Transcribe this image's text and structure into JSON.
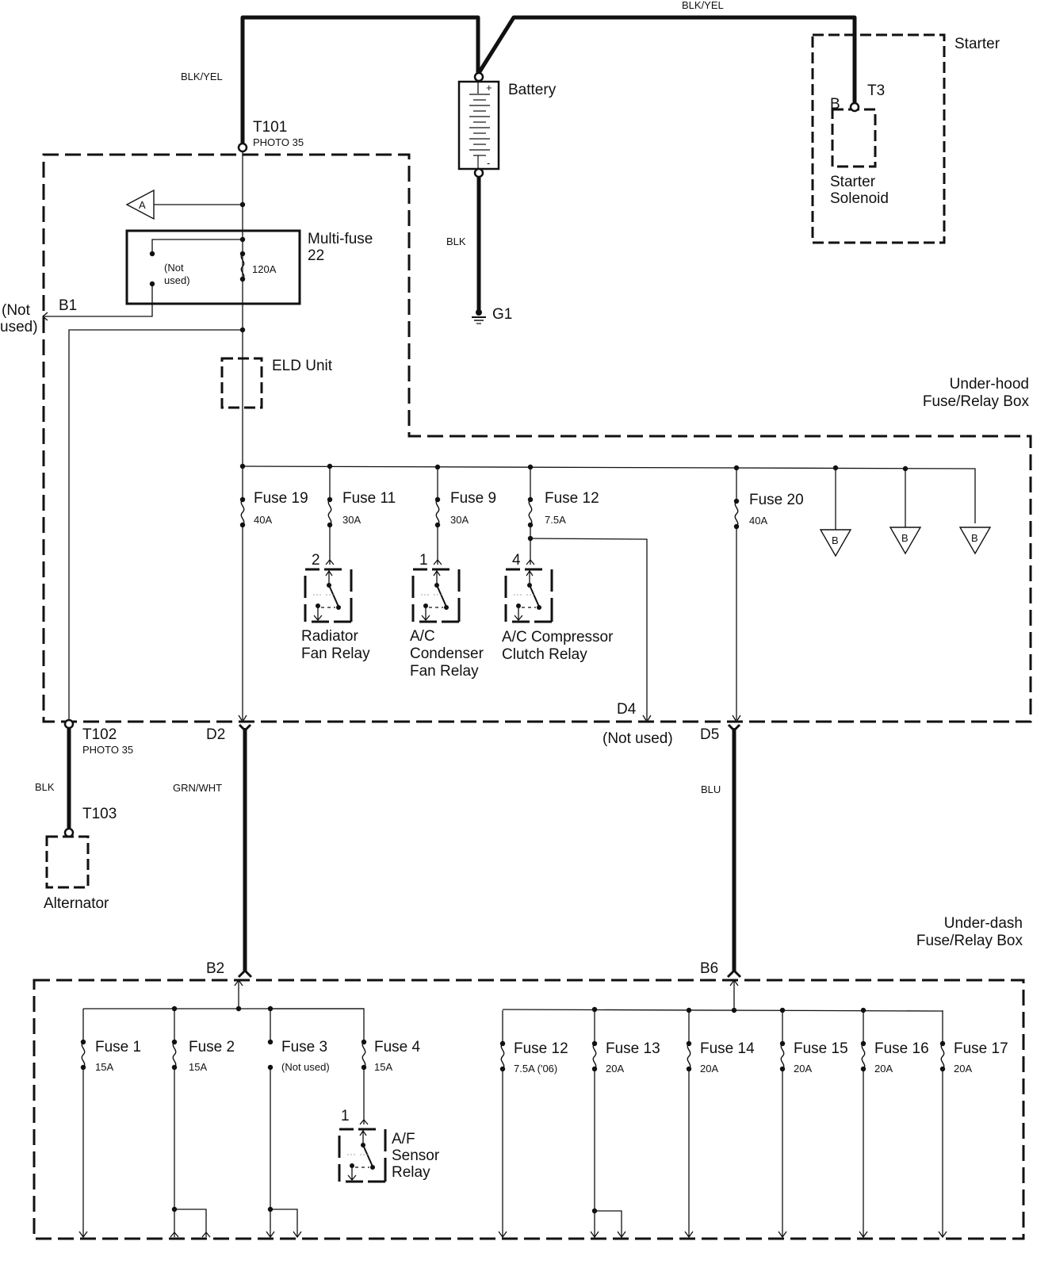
{
  "wires": {
    "battery_to_t101": "BLK/YEL",
    "battery_to_starter": "BLK/YEL",
    "battery_to_ground": "BLK",
    "t102_to_t103": "BLK",
    "d2_to_b2": "GRN/WHT",
    "d5_to_b6": "BLU"
  },
  "components": {
    "battery": "Battery",
    "battery_plus": "+",
    "battery_minus": "-",
    "ground": "G1",
    "starter": "Starter",
    "starter_terminal_b": "B",
    "starter_t3": "T3",
    "starter_solenoid": [
      "Starter",
      "Solenoid"
    ],
    "alternator": "Alternator",
    "eld_unit": "ELD Unit"
  },
  "terminals": {
    "t101": "T101",
    "t101_photo": "PHOTO 35",
    "t102": "T102",
    "t102_photo": "PHOTO 35",
    "t103": "T103"
  },
  "underhood": {
    "title": [
      "Under-hood",
      "Fuse/Relay Box"
    ],
    "ref_a": "A",
    "ref_b": "B",
    "multifuse": {
      "name": [
        "Multi-fuse",
        "22"
      ],
      "rating": "120A",
      "not_used": [
        "(Not",
        "used)"
      ]
    },
    "b1": {
      "label": "B1",
      "note": [
        "(Not",
        "used)"
      ]
    },
    "fuses": [
      {
        "name": "Fuse 19",
        "rating": "40A"
      },
      {
        "name": "Fuse 11",
        "rating": "30A"
      },
      {
        "name": "Fuse 9",
        "rating": "30A"
      },
      {
        "name": "Fuse 12",
        "rating": "7.5A"
      },
      {
        "name": "Fuse 20",
        "rating": "40A"
      }
    ],
    "relays": [
      {
        "pin": "2",
        "name": [
          "Radiator",
          "Fan Relay"
        ]
      },
      {
        "pin": "1",
        "name": [
          "A/C",
          "Condenser",
          "Fan Relay"
        ]
      },
      {
        "pin": "4",
        "name": [
          "A/C Compressor",
          "Clutch Relay"
        ]
      }
    ],
    "connectors": {
      "d2": "D2",
      "d4": "D4",
      "d4_note": "(Not used)",
      "d5": "D5"
    }
  },
  "underdash": {
    "title": [
      "Under-dash",
      "Fuse/Relay Box"
    ],
    "connectors": {
      "b2": "B2",
      "b6": "B6"
    },
    "fuses_left": [
      {
        "name": "Fuse 1",
        "rating": "15A"
      },
      {
        "name": "Fuse 2",
        "rating": "15A"
      },
      {
        "name": "Fuse 3",
        "rating": "(Not used)"
      },
      {
        "name": "Fuse 4",
        "rating": "15A"
      }
    ],
    "fuses_right": [
      {
        "name": "Fuse 12",
        "rating": "7.5A ('06)"
      },
      {
        "name": "Fuse 13",
        "rating": "20A"
      },
      {
        "name": "Fuse 14",
        "rating": "20A"
      },
      {
        "name": "Fuse 15",
        "rating": "20A"
      },
      {
        "name": "Fuse 16",
        "rating": "20A"
      },
      {
        "name": "Fuse 17",
        "rating": "20A"
      }
    ],
    "af_relay": {
      "pin": "1",
      "name": [
        "A/F",
        "Sensor",
        "Relay"
      ]
    }
  }
}
